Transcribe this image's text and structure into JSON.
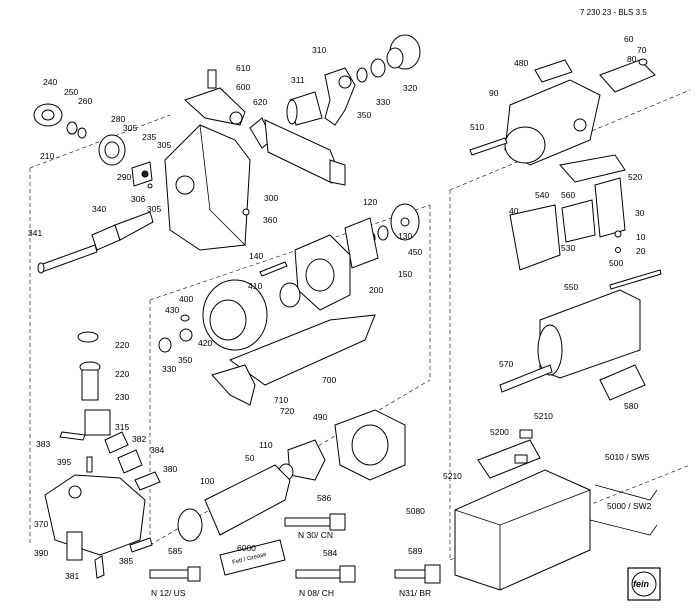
{
  "header": "7 230 23 - BLS 3.5",
  "logo_text": "fein",
  "parts": {
    "p240": "240",
    "p250": "250",
    "p260": "260",
    "p210": "210",
    "p280": "280",
    "p305a": "305",
    "p235": "235",
    "p290": "290",
    "p305b": "305",
    "p306": "306",
    "p305c": "305",
    "p340": "340",
    "p341": "341",
    "p610": "610",
    "p600": "600",
    "p620": "620",
    "p300": "300",
    "p360": "360",
    "p310": "310",
    "p311": "311",
    "p350a": "350",
    "p330a": "330",
    "p320": "320",
    "p120": "120",
    "p130": "130",
    "p450": "450",
    "p150": "150",
    "p140": "140",
    "p410": "410",
    "p200": "200",
    "p400": "400",
    "p430": "430",
    "p420": "420",
    "p350b": "350",
    "p330b": "330",
    "p700": "700",
    "p710": "710",
    "p720": "720",
    "p220a": "220",
    "p220b": "220",
    "p230": "230",
    "p315": "315",
    "p383": "383",
    "p382": "382",
    "p384": "384",
    "p395": "395",
    "p380": "380",
    "p370": "370",
    "p390": "390",
    "p381": "381",
    "p385": "385",
    "p490": "490",
    "p110": "110",
    "p50": "50",
    "p100": "100",
    "p585": "585",
    "p6000": "6000",
    "p586": "586",
    "p584": "584",
    "p589": "589",
    "p60": "60",
    "p70": "70",
    "p80": "80",
    "p480": "480",
    "p90": "90",
    "p510": "510",
    "p520": "520",
    "p540": "540",
    "p560": "560",
    "p40": "40",
    "p30": "30",
    "p530": "530",
    "p10": "10",
    "p20": "20",
    "p500": "500",
    "p550": "550",
    "p570": "570",
    "p580": "580",
    "p5210a": "5210",
    "p5200": "5200",
    "p5210b": "5210",
    "p5080": "5080",
    "p5010": "5010 / SW5",
    "p5000": "5000 / SW2"
  },
  "captions": {
    "n12": "N 12/ US",
    "n30": "N 30/ CN",
    "n08": "N 08/ CH",
    "n31": "N31/ BR",
    "grease": "Fett / Grease"
  }
}
